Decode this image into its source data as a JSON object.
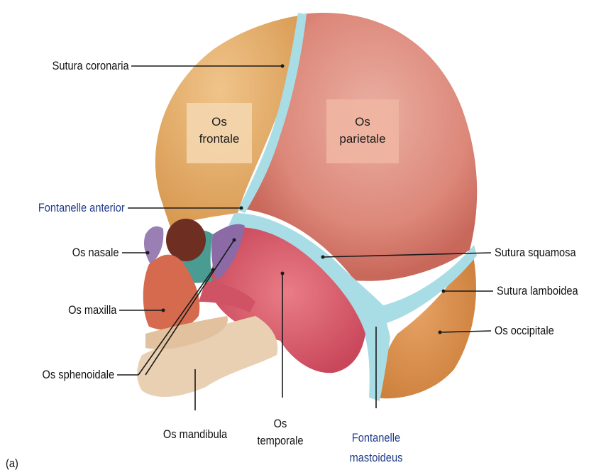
{
  "panel_label": "(a)",
  "labels": {
    "sutura_coronaria": "Sutura coronaria",
    "fontanelle_anterior": "Fontanelle anterior",
    "os_nasale": "Os nasale",
    "os_maxilla": "Os maxilla",
    "os_sphenoidale": "Os sphenoidale",
    "os_mandibula": "Os mandibula",
    "os_temporale_line1": "Os",
    "os_temporale_line2": "temporale",
    "fontanelle_mastoideus_line1": "Fontanelle",
    "fontanelle_mastoideus_line2": "mastoideus",
    "sutura_squamosa": "Sutura squamosa",
    "sutura_lamboidea": "Sutura lamboidea",
    "os_occipitale": "Os occipitale",
    "os_frontale_line1": "Os",
    "os_frontale_line2": "frontale",
    "os_parietale_line1": "Os",
    "os_parietale_line2": "parietale"
  },
  "colors": {
    "frontal": "#e8b36a",
    "parietal": "#d97e70",
    "parietal_light": "#e9a79a",
    "temporal": "#d8566a",
    "occipital": "#d98a45",
    "suture": "#a9dde6",
    "nasal": "#9a7fb5",
    "sphenoid": "#8b6aa5",
    "ethmoid_teal": "#4a9c92",
    "maxilla": "#d56a4e",
    "mandible": "#ead0b3",
    "label_box": "#f4d6ae",
    "label_box_parietal": "#efb6a2",
    "blue_text": "#1f3a8a"
  }
}
